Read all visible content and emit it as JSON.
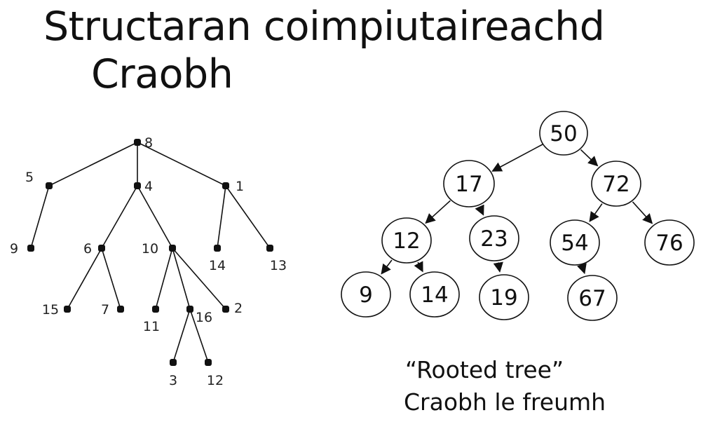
{
  "title": {
    "line1": "Structaran coimpiutaireachd",
    "line2": "Craobh"
  },
  "caption": {
    "line1": "“Rooted tree”",
    "line2": "Craobh le freumh"
  },
  "left_tree": {
    "nodes": [
      {
        "id": "8"
      },
      {
        "id": "5"
      },
      {
        "id": "4"
      },
      {
        "id": "1"
      },
      {
        "id": "9"
      },
      {
        "id": "6"
      },
      {
        "id": "10"
      },
      {
        "id": "14"
      },
      {
        "id": "13"
      },
      {
        "id": "15"
      },
      {
        "id": "7"
      },
      {
        "id": "11"
      },
      {
        "id": "16"
      },
      {
        "id": "2"
      },
      {
        "id": "3"
      },
      {
        "id": "12"
      }
    ],
    "edges": [
      [
        "8",
        "5"
      ],
      [
        "8",
        "4"
      ],
      [
        "8",
        "1"
      ],
      [
        "5",
        "9"
      ],
      [
        "4",
        "6"
      ],
      [
        "4",
        "10"
      ],
      [
        "1",
        "14"
      ],
      [
        "1",
        "13"
      ],
      [
        "6",
        "15"
      ],
      [
        "6",
        "7"
      ],
      [
        "10",
        "11"
      ],
      [
        "10",
        "16"
      ],
      [
        "10",
        "2"
      ],
      [
        "16",
        "3"
      ],
      [
        "16",
        "12"
      ]
    ]
  },
  "right_tree": {
    "nodes": [
      {
        "id": "50"
      },
      {
        "id": "17"
      },
      {
        "id": "72"
      },
      {
        "id": "12"
      },
      {
        "id": "23"
      },
      {
        "id": "54"
      },
      {
        "id": "76"
      },
      {
        "id": "9"
      },
      {
        "id": "14"
      },
      {
        "id": "19"
      },
      {
        "id": "67"
      }
    ],
    "edges": [
      [
        "50",
        "17"
      ],
      [
        "50",
        "72"
      ],
      [
        "17",
        "12"
      ],
      [
        "17",
        "23"
      ],
      [
        "72",
        "54"
      ],
      [
        "72",
        "76"
      ],
      [
        "12",
        "9"
      ],
      [
        "12",
        "14"
      ],
      [
        "23",
        "19"
      ],
      [
        "54",
        "67"
      ]
    ]
  }
}
